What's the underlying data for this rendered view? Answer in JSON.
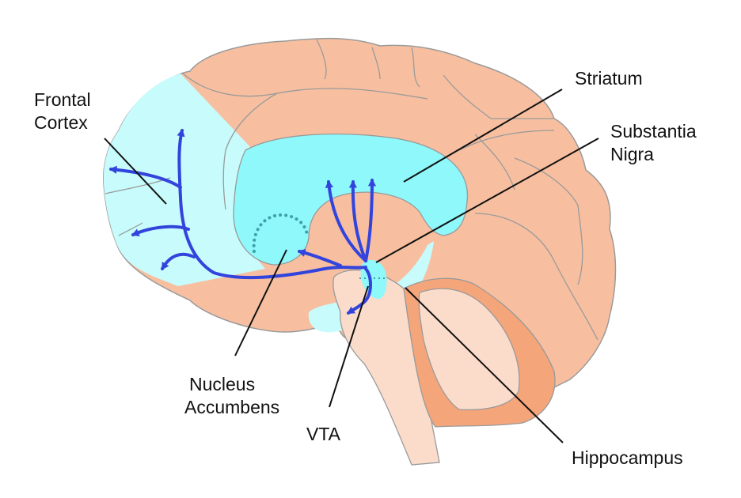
{
  "title": "Dopamine pathways in the brain (sagittal view)",
  "labels": {
    "frontal_cortex": [
      "Frontal",
      "Cortex"
    ],
    "striatum": [
      "Striatum"
    ],
    "substantia_nigra": [
      "Substantia",
      "Nigra"
    ],
    "nucleus_accumbens": [
      "Nucleus",
      "Accumbens"
    ],
    "vta": [
      "VTA"
    ],
    "hippocampus": [
      "Hippocampus"
    ]
  },
  "colors": {
    "brain": "#f7bfa0",
    "brain_outline": "#9a9a9a",
    "frontal_region": "#c8fbfb",
    "striatum_region": "#8ef8fb",
    "pathway": "#3344dd",
    "brainstem": "#fbdccb",
    "cerebellum_outer": "#f5a57a",
    "cerebellum_inner": "#fbdccb",
    "dotted": "#3fa0a8",
    "leader_line": "#111111"
  }
}
